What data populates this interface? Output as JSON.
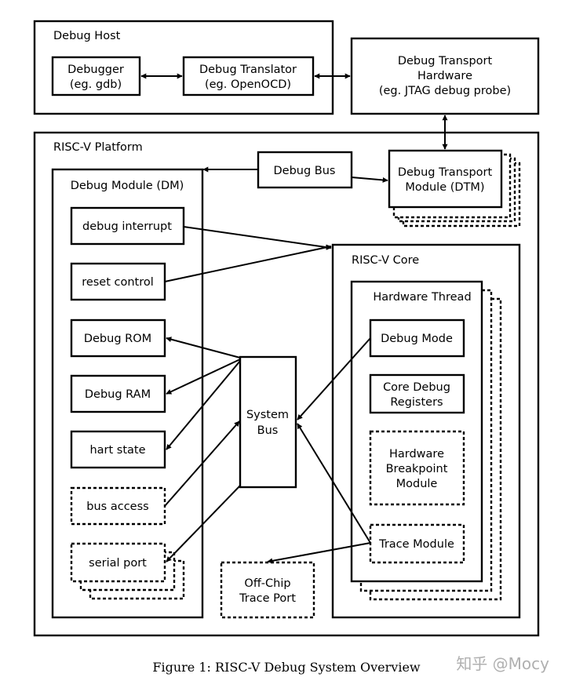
{
  "debug_host": {
    "title": "Debug Host",
    "debugger": [
      "Debugger",
      "(eg. gdb)"
    ],
    "translator": [
      "Debug Translator",
      "(eg. OpenOCD)"
    ]
  },
  "transport_hw": [
    "Debug Transport",
    "Hardware",
    "(eg. JTAG debug probe)"
  ],
  "platform": {
    "title": "RISC-V Platform",
    "debug_bus": "Debug Bus",
    "dtm": [
      "Debug Transport",
      "Module (DTM)"
    ],
    "system_bus": [
      "System",
      "Bus"
    ],
    "off_chip": [
      "Off-Chip",
      "Trace Port"
    ]
  },
  "debug_module": {
    "title": "Debug Module (DM)",
    "items": [
      "debug interrupt",
      "reset control",
      "Debug ROM",
      "Debug RAM",
      "hart state",
      "bus access",
      "serial port"
    ]
  },
  "core": {
    "title": "RISC-V Core",
    "thread_title": "Hardware Thread",
    "debug_mode": "Debug Mode",
    "core_regs": [
      "Core Debug",
      "Registers"
    ],
    "breakpoint": [
      "Hardware",
      "Breakpoint",
      "Module"
    ],
    "trace": "Trace Module"
  },
  "caption": "Figure 1: RISC-V Debug System Overview",
  "watermark": "知乎 @Mocy"
}
